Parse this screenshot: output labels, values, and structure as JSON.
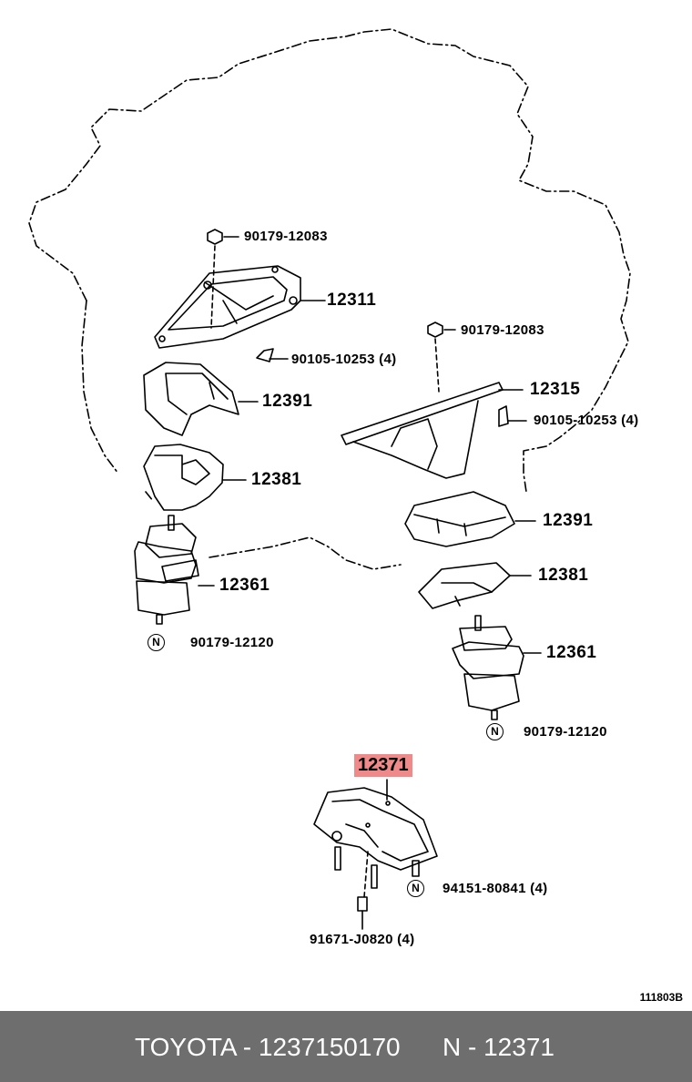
{
  "labels": {
    "nut_top_left": "90179-12083",
    "bracket_top_left": "12311",
    "bolt_top_left": "90105-10253 (4)",
    "insulator_left_upper": "12391",
    "bracket_left_mid": "12381",
    "mount_left": "12361",
    "nut_left_bottom": "90179-12120",
    "nut_right_top": "90179-12083",
    "bracket_right_top": "12315",
    "bolt_right_top": "90105-10253 (4)",
    "insulator_right_upper": "12391",
    "bracket_right_mid": "12381",
    "mount_right": "12361",
    "nut_right_bottom": "90179-12120",
    "highlighted_part": "12371",
    "bolt_bottom_right": "94151-80841 (4)",
    "bolt_bottom_left": "91671-J0820 (4)",
    "n_marker": "N"
  },
  "reference_code": "111803B",
  "footer": {
    "brand_part": "TOYOTA - 1237150170",
    "n_part": "N - 12371"
  },
  "colors": {
    "highlight": "#f08a8a",
    "footer_bg": "#6e6e6e",
    "footer_text": "#ffffff",
    "line": "#000000"
  }
}
